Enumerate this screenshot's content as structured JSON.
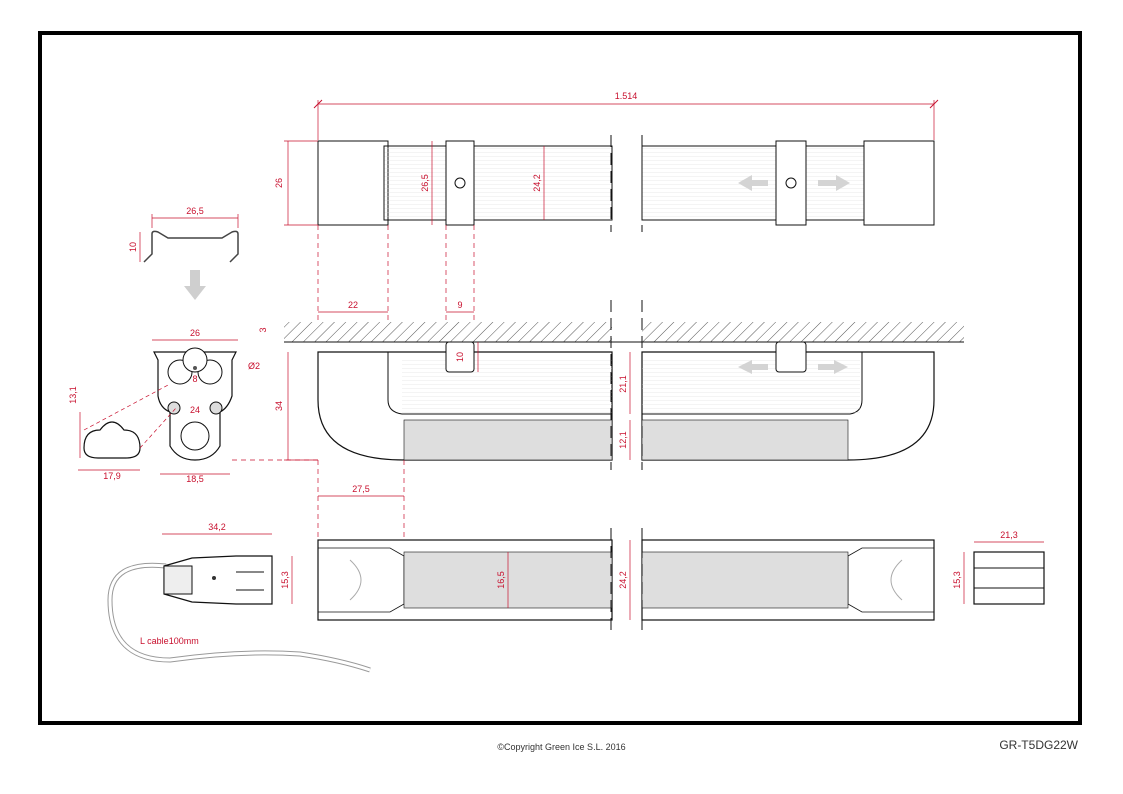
{
  "drawing": {
    "overall_length": "1.514",
    "top_view": {
      "height": "26",
      "clip_height": "26,5",
      "diffuser_height": "24,2"
    },
    "profile_section": {
      "width": "26,5",
      "height": "10"
    },
    "cross_section": {
      "width": "26",
      "total_height": "34",
      "hole_diameter": "Ø2",
      "spacing": "8",
      "inner_width": "24",
      "bottom_width": "18,5",
      "lamp_width": "17,9",
      "lamp_height": "13,1"
    },
    "side_view": {
      "cap_length": "22",
      "clip_width": "9",
      "clip_height": "10",
      "ceiling_gap": "3",
      "upper_height": "21,1",
      "lower_height": "12,1"
    },
    "bottom_view": {
      "cap_length": "27,5",
      "lens_width": "16,5",
      "body_width": "24,2"
    },
    "connector": {
      "length": "34,2",
      "height": "15,3",
      "cable_label": "L cable100mm"
    },
    "end_cap": {
      "width": "21,3",
      "height": "15,3"
    }
  },
  "footer": {
    "copyright": "©Copyright Green Ice S.L. 2016",
    "code": "GR-T5DG22W"
  },
  "colors": {
    "dimension": "#c8102e",
    "outline": "#111111",
    "diffuser_fill": "#f0f0f0",
    "lens_fill": "#dedede",
    "frame": "#000000"
  }
}
